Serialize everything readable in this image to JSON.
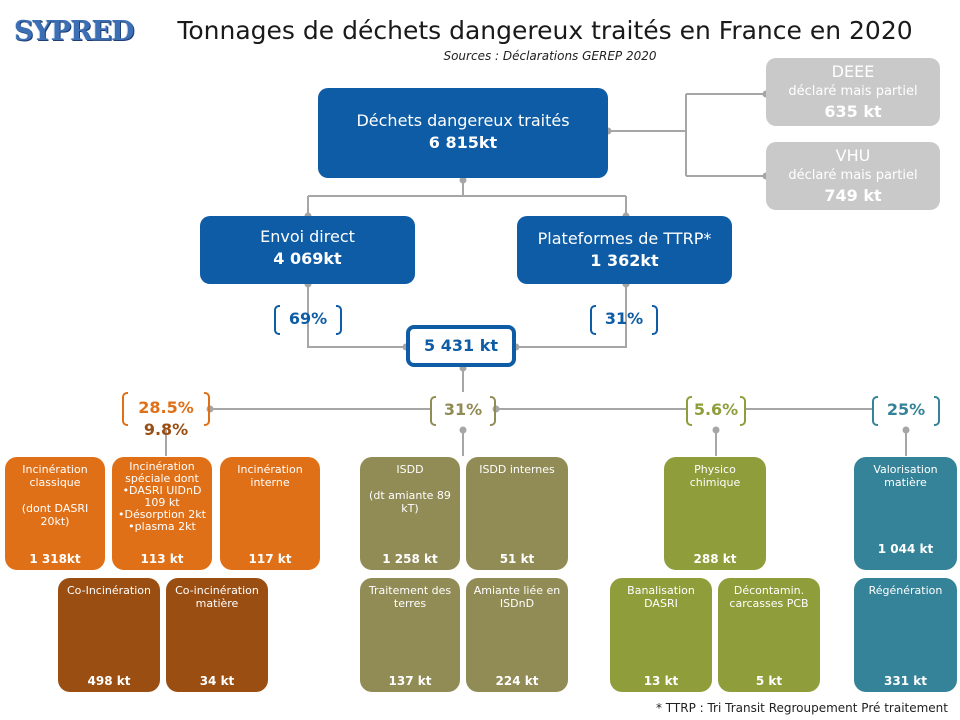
{
  "header": {
    "logo_text": "SYPRED",
    "title": "Tonnages de déchets dangereux traités en France en 2020",
    "subtitle": "Sources : Déclarations GEREP 2020"
  },
  "top": {
    "main": {
      "label": "Déchets dangereux traités",
      "value": "6 815kt"
    },
    "deee": {
      "label": "DEEE",
      "note": "déclaré mais partiel",
      "value": "635 kt"
    },
    "vhu": {
      "label": "VHU",
      "note": "déclaré mais partiel",
      "value": "749 kt"
    }
  },
  "routes": {
    "direct": {
      "label": "Envoi direct",
      "value": "4 069kt",
      "pct": "69%"
    },
    "ttrp": {
      "label": "Plateformes de TTRP*",
      "value": "1 362kt",
      "pct": "31%"
    }
  },
  "total": "5 431 kt",
  "groups": {
    "incineration": {
      "pct": "28.5%",
      "pct2": "9.8%"
    },
    "isdd": {
      "pct": "31%"
    },
    "physico": {
      "pct": "5.6%"
    },
    "valorisation": {
      "pct": "25%"
    }
  },
  "boxes": {
    "inc_classique": {
      "label": "Incinération classique\n\n(dont DASRI 20kt)",
      "value": "1 318kt"
    },
    "inc_speciale": {
      "label": "Incinération spéciale dont\n•DASRI UIDnD 109 kt\n•Désorption 2kt\n•plasma 2kt",
      "value": "113 kt"
    },
    "inc_interne": {
      "label": "Incinération interne",
      "value": "117 kt"
    },
    "co_incineration": {
      "label": "Co-Incinération",
      "value": "498 kt"
    },
    "co_inc_matiere": {
      "label": "Co-incinération matière",
      "value": "34 kt"
    },
    "isdd": {
      "label": "ISDD\n\n(dt amiante 89 kT)",
      "value": "1 258 kt"
    },
    "isdd_internes": {
      "label": "ISDD internes",
      "value": "51 kt"
    },
    "traitement_terres": {
      "label": "Traitement des terres",
      "value": "137 kt"
    },
    "amiante_liee": {
      "label": "Amiante liée en ISDnD",
      "value": "224 kt"
    },
    "physico_chimique": {
      "label": "Physico chimique",
      "value": "288 kt"
    },
    "banalisation": {
      "label": "Banalisation DASRI",
      "value": "13 kt"
    },
    "decontamin": {
      "label": "Décontamin. carcasses PCB",
      "value": "5 kt"
    },
    "valorisation_matiere": {
      "label": "Valorisation matière",
      "value": "1 044 kt"
    },
    "regeneration": {
      "label": "Régénération",
      "value": "331 kt"
    }
  },
  "footnote": "* TTRP : Tri Transit Regroupement Pré traitement",
  "colors": {
    "blue": "#0e5ca6",
    "grey": "#c9c9c9",
    "orange": "#e07017",
    "brown": "#9a4e12",
    "olive": "#918b55",
    "green": "#8f9d3a",
    "teal": "#358398",
    "connector": "#a6a6a6"
  }
}
